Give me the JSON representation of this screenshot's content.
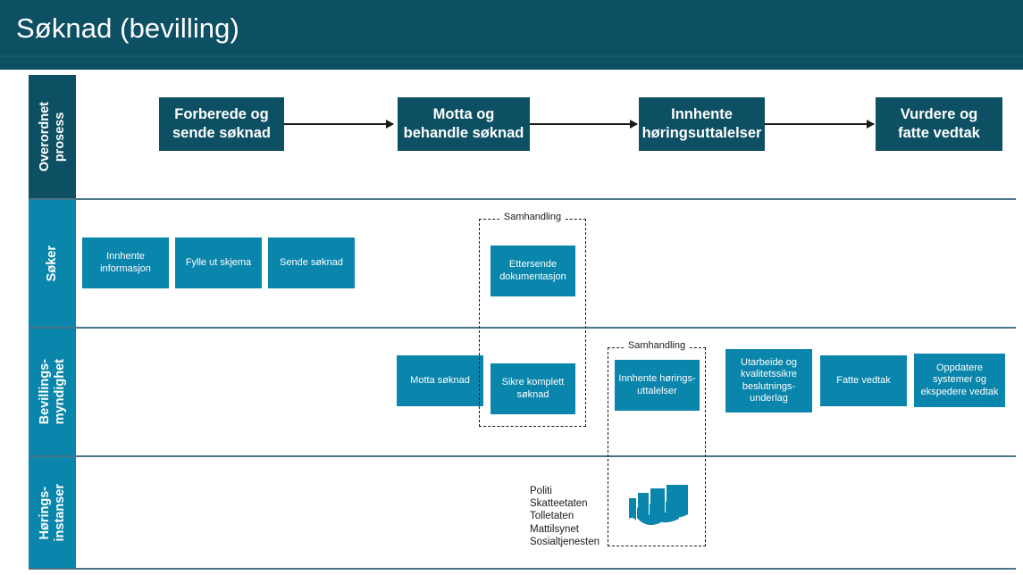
{
  "header": {
    "title": "Søknad (bevilling)",
    "background_color": "#0d4f63",
    "text_color": "#ffffff"
  },
  "colors": {
    "dark_teal": "#0d4f63",
    "light_teal": "#0a85ab",
    "divider": "#4a7489",
    "white": "#ffffff",
    "arrow": "#1a1a1a"
  },
  "lanes": [
    {
      "id": "overordnet-prosess",
      "label": "Overordnet\nprosess",
      "style": "dark"
    },
    {
      "id": "soker",
      "label": "Søker",
      "style": "light"
    },
    {
      "id": "bevillingsmyndighet",
      "label": "Bevillings-\nmyndighet",
      "style": "light"
    },
    {
      "id": "horingsinstanser",
      "label": "Hørings-\ninstanser",
      "style": "light"
    }
  ],
  "process_steps": [
    {
      "label": "Forberede og\nsende søknad"
    },
    {
      "label": "Motta og\nbehandle søknad"
    },
    {
      "label": "Innhente\nhøringsuttalelser"
    },
    {
      "label": "Vurdere og\nfatte vedtak"
    }
  ],
  "soker_tasks": [
    {
      "label": "Innhente\ninformasjon"
    },
    {
      "label": "Fylle ut skjema"
    },
    {
      "label": "Sende søknad"
    }
  ],
  "soker_group": {
    "legend": "Samhandling",
    "tasks": [
      {
        "label": "Ettersende\ndokumentasjon"
      }
    ]
  },
  "bevilling_tasks_left": [
    {
      "label": "Motta søknad"
    }
  ],
  "bevilling_group_a_task": {
    "label": "Sikre komplett\nsøknad"
  },
  "bevilling_group_b": {
    "legend": "Samhandling",
    "tasks": [
      {
        "label": "Innhente hørings-\nuttalelser"
      }
    ]
  },
  "bevilling_tasks_right": [
    {
      "label": "Utarbeide og\nkvalitetssikre\nbeslutnings-\nunderlag"
    },
    {
      "label": "Fatte vedtak"
    },
    {
      "label": "Oppdatere\nsystemer og\nekspedere vedtak"
    }
  ],
  "horings_instanser": {
    "agencies": "Politi\nSkatteetaten\nTolletaten\nMattilsynet\nSosialtjenesten",
    "icon": "stacked-documents-icon"
  }
}
